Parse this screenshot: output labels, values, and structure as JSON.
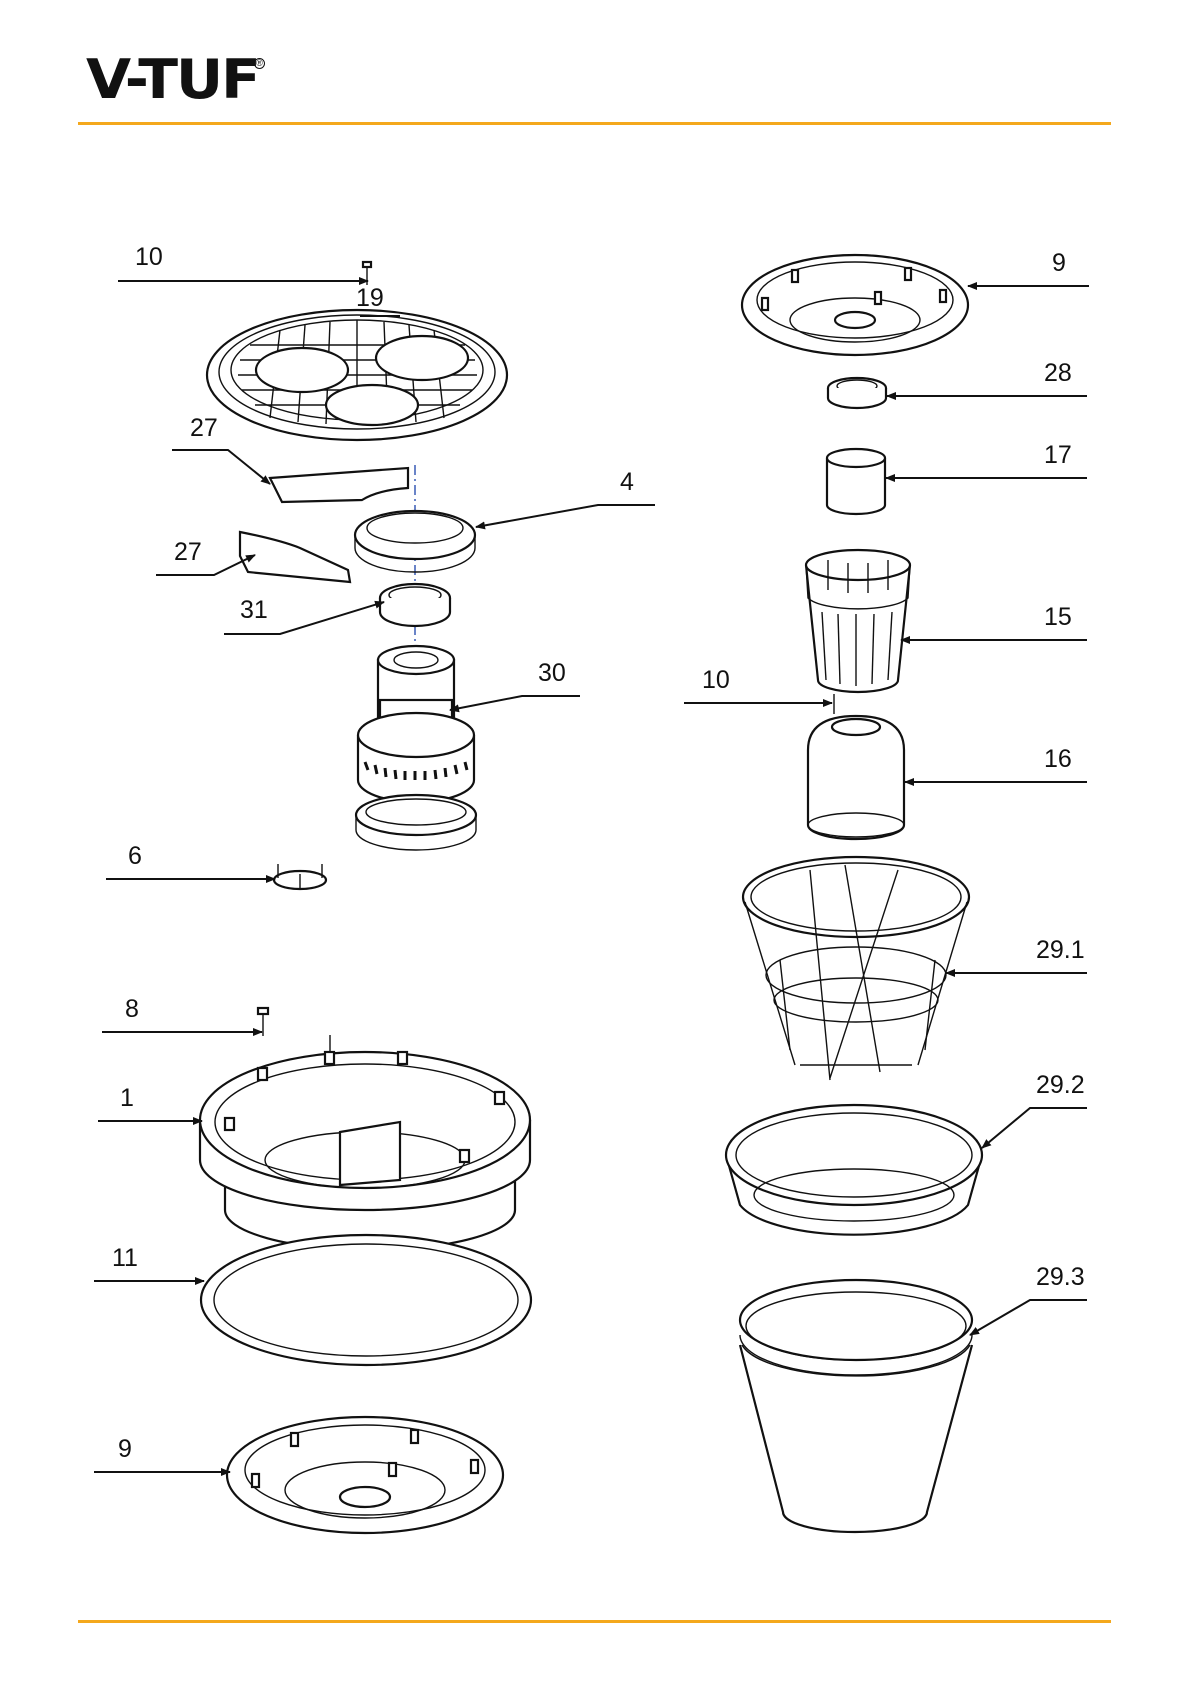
{
  "brand": {
    "logo_text": "V-TUF",
    "registered_mark": "®",
    "accent_color": "#f4a81d"
  },
  "callouts": [
    {
      "id": "c10a",
      "label": "10"
    },
    {
      "id": "c19",
      "label": "19"
    },
    {
      "id": "c27a",
      "label": "27"
    },
    {
      "id": "c4",
      "label": "4"
    },
    {
      "id": "c27b",
      "label": "27"
    },
    {
      "id": "c31",
      "label": "31"
    },
    {
      "id": "c30",
      "label": "30"
    },
    {
      "id": "c6",
      "label": "6"
    },
    {
      "id": "c8",
      "label": "8"
    },
    {
      "id": "c1",
      "label": "1"
    },
    {
      "id": "c11",
      "label": "11"
    },
    {
      "id": "c9b",
      "label": "9"
    },
    {
      "id": "c9a",
      "label": "9"
    },
    {
      "id": "c28",
      "label": "28"
    },
    {
      "id": "c17",
      "label": "17"
    },
    {
      "id": "c15",
      "label": "15"
    },
    {
      "id": "c10b",
      "label": "10"
    },
    {
      "id": "c16",
      "label": "16"
    },
    {
      "id": "c291",
      "label": "29.1"
    },
    {
      "id": "c292",
      "label": "29.2"
    },
    {
      "id": "c293",
      "label": "29.3"
    }
  ]
}
